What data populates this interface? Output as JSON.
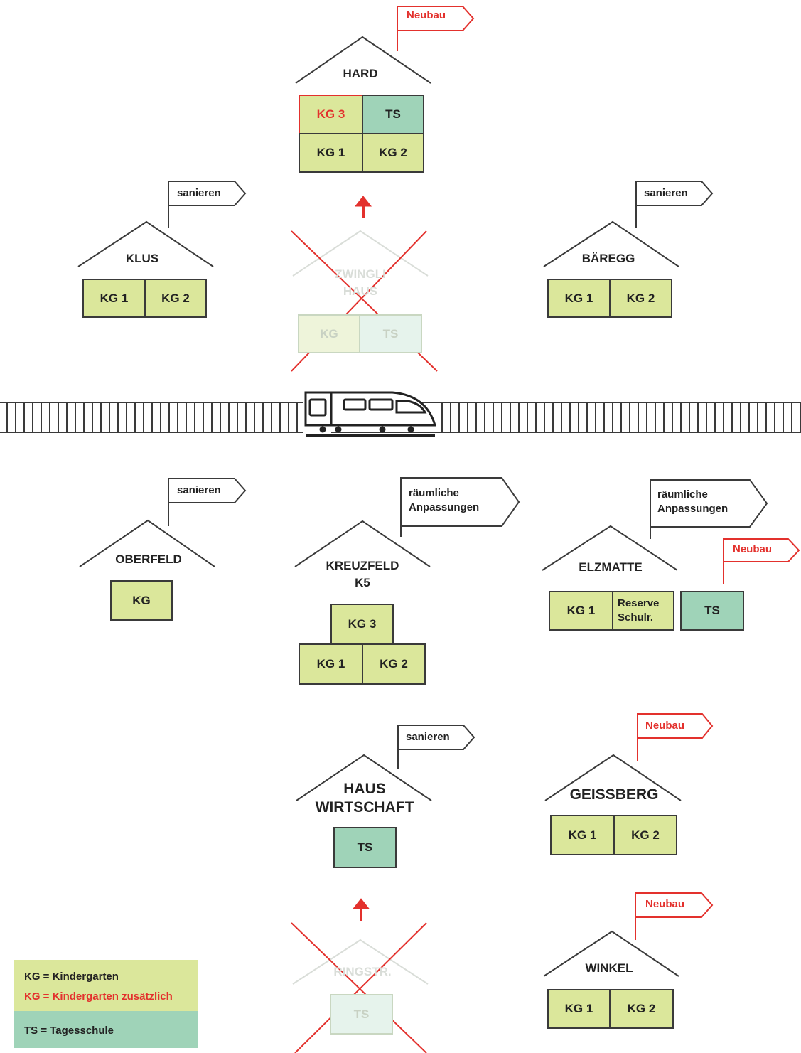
{
  "buildings": {
    "hard": {
      "name": "HARD",
      "flag": "Neubau",
      "cells": [
        "KG 3",
        "TS",
        "KG 1",
        "KG 2"
      ]
    },
    "klus": {
      "name": "KLUS",
      "flag": "sanieren",
      "cells": [
        "KG 1",
        "KG 2"
      ]
    },
    "zwingli": {
      "name_line1": "ZWINGLI",
      "name_line2": "HAUS",
      "cells": [
        "KG",
        "TS"
      ]
    },
    "baeregg": {
      "name": "BÄREGG",
      "flag": "sanieren",
      "cells": [
        "KG 1",
        "KG 2"
      ]
    },
    "oberfeld": {
      "name": "OBERFELD",
      "flag": "sanieren",
      "cells": [
        "KG"
      ]
    },
    "kreuzfeld": {
      "name_line1": "KREUZFELD",
      "name_line2": "K5",
      "flag_line1": "räumliche",
      "flag_line2": "Anpassungen",
      "cells": [
        "KG 3",
        "KG 1",
        "KG 2"
      ]
    },
    "elzmatte": {
      "name": "ELZMATTE",
      "flag_line1": "räumliche",
      "flag_line2": "Anpassungen",
      "flag2": "Neubau",
      "cells": [
        "KG 1",
        "Reserve",
        "Schulr.",
        "TS"
      ]
    },
    "haus_wirtschaft": {
      "name_line1": "HAUS",
      "name_line2": "WIRTSCHAFT",
      "flag": "sanieren",
      "cells": [
        "TS"
      ]
    },
    "geissberg": {
      "name": "GEISSBERG",
      "flag": "Neubau",
      "cells": [
        "KG 1",
        "KG 2"
      ]
    },
    "ringstr": {
      "name": "RINGSTR.",
      "cells": [
        "TS"
      ]
    },
    "winkel": {
      "name": "WINKEL",
      "flag": "Neubau",
      "cells": [
        "KG 1",
        "KG 2"
      ]
    }
  },
  "legend": {
    "kg": "KG = Kindergarten",
    "kg_extra": "KG = Kindergarten zusätzlich",
    "ts": "TS = Tagesschule"
  },
  "colors": {
    "kg_fill": "#dbe79b",
    "ts_fill": "#9fd3b8",
    "accent_red": "#e3312d",
    "line": "#3a3a3a"
  }
}
